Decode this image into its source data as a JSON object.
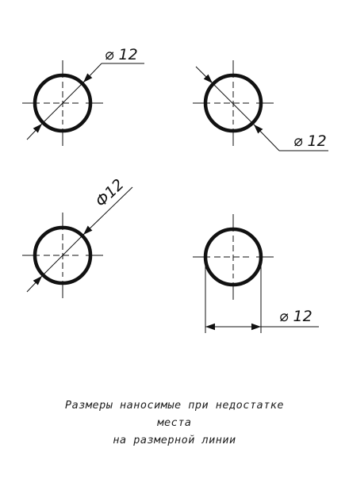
{
  "figures": [
    {
      "id": "fig-1",
      "dimension_label": "⌀ 12"
    },
    {
      "id": "fig-2",
      "dimension_label": "⌀ 12"
    },
    {
      "id": "fig-3",
      "dimension_label": "Ф12"
    },
    {
      "id": "fig-4",
      "dimension_label": "⌀ 12"
    }
  ],
  "caption": {
    "line1": "Размеры наносимые при недостатке",
    "line2": "места",
    "line3": "на размерной линии"
  },
  "colors": {
    "line": "#111111",
    "background": "#ffffff"
  }
}
